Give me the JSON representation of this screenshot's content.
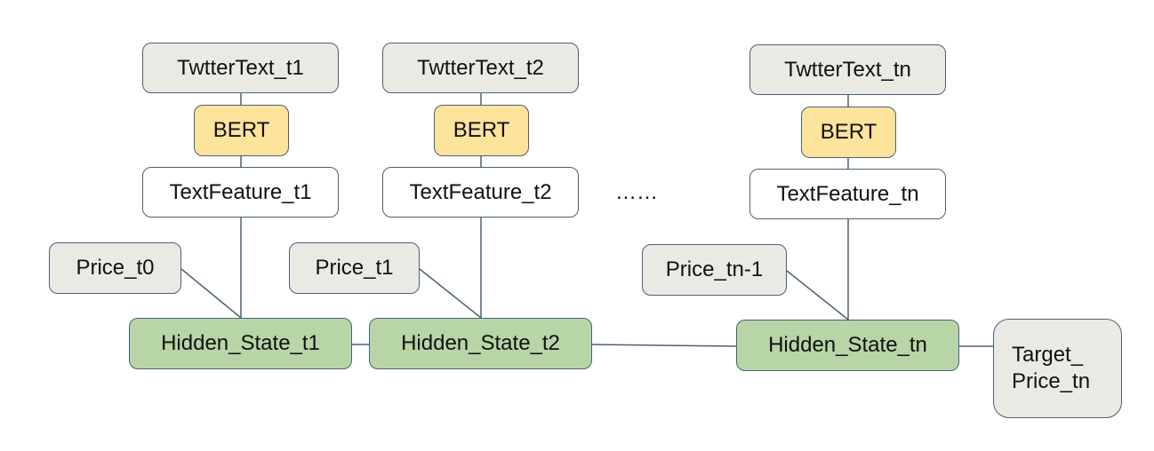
{
  "columns": [
    {
      "twitter_text": "TwtterText_t1",
      "bert": "BERT",
      "text_feature": "TextFeature_t1",
      "price": "Price_t0",
      "hidden_state": "Hidden_State_t1"
    },
    {
      "twitter_text": "TwtterText_t2",
      "bert": "BERT",
      "text_feature": "TextFeature_t2",
      "price": "Price_t1",
      "hidden_state": "Hidden_State_t2"
    },
    {
      "twitter_text": "TwtterText_tn",
      "bert": "BERT",
      "text_feature": "TextFeature_tn",
      "price": "Price_tn-1",
      "hidden_state": "Hidden_State_tn"
    }
  ],
  "ellipsis": "……",
  "target": {
    "line1": "Target_",
    "line2": "Price_tn"
  },
  "colors": {
    "input_node": "#ebe9e4",
    "bert_node": "#fde49c",
    "hidden_state_node": "#b7d5a7",
    "feature_node": "#ffffff",
    "edge": "#4a6076"
  }
}
